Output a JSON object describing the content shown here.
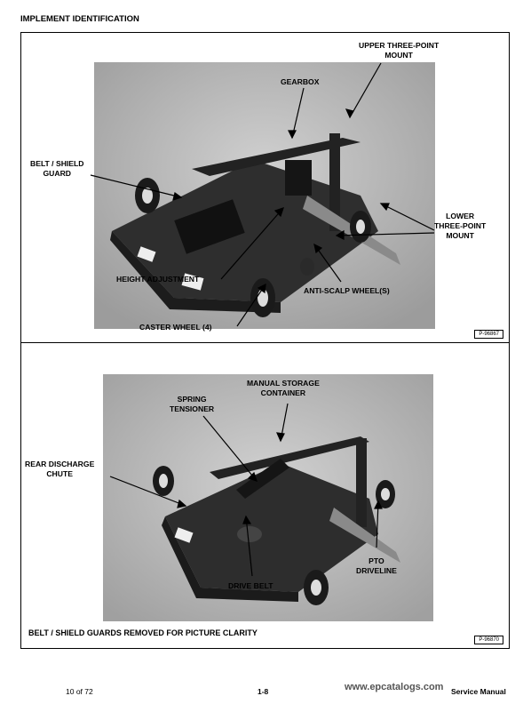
{
  "section_title": "IMPLEMENT IDENTIFICATION",
  "figure1": {
    "callouts": {
      "upper_mount": "UPPER THREE-POINT\nMOUNT",
      "gearbox": "GEARBOX",
      "belt_shield_guard": "BELT / SHIELD\nGUARD",
      "lower_mount": "LOWER\nTHREE-POINT\nMOUNT",
      "height_adjustment": "HEIGHT ADJUSTMENT",
      "anti_scalp": "ANTI-SCALP WHEEL(S)",
      "caster_wheel": "CASTER WHEEL (4)"
    },
    "ref": "P-96867"
  },
  "figure2": {
    "callouts": {
      "manual_storage": "MANUAL STORAGE\nCONTAINER",
      "spring_tensioner": "SPRING\nTENSIONER",
      "rear_discharge": "REAR DISCHARGE\nCHUTE",
      "pto_driveline": "PTO\nDRIVELINE",
      "drive_belt": "DRIVE BELT"
    },
    "caption": "BELT / SHIELD GUARDS REMOVED FOR PICTURE CLARITY",
    "ref": "P-96870"
  },
  "footer": {
    "page_of": "10 of 72",
    "page_number": "1-8",
    "watermark": "www.epcatalogs.com",
    "manual": "Service Manual"
  }
}
